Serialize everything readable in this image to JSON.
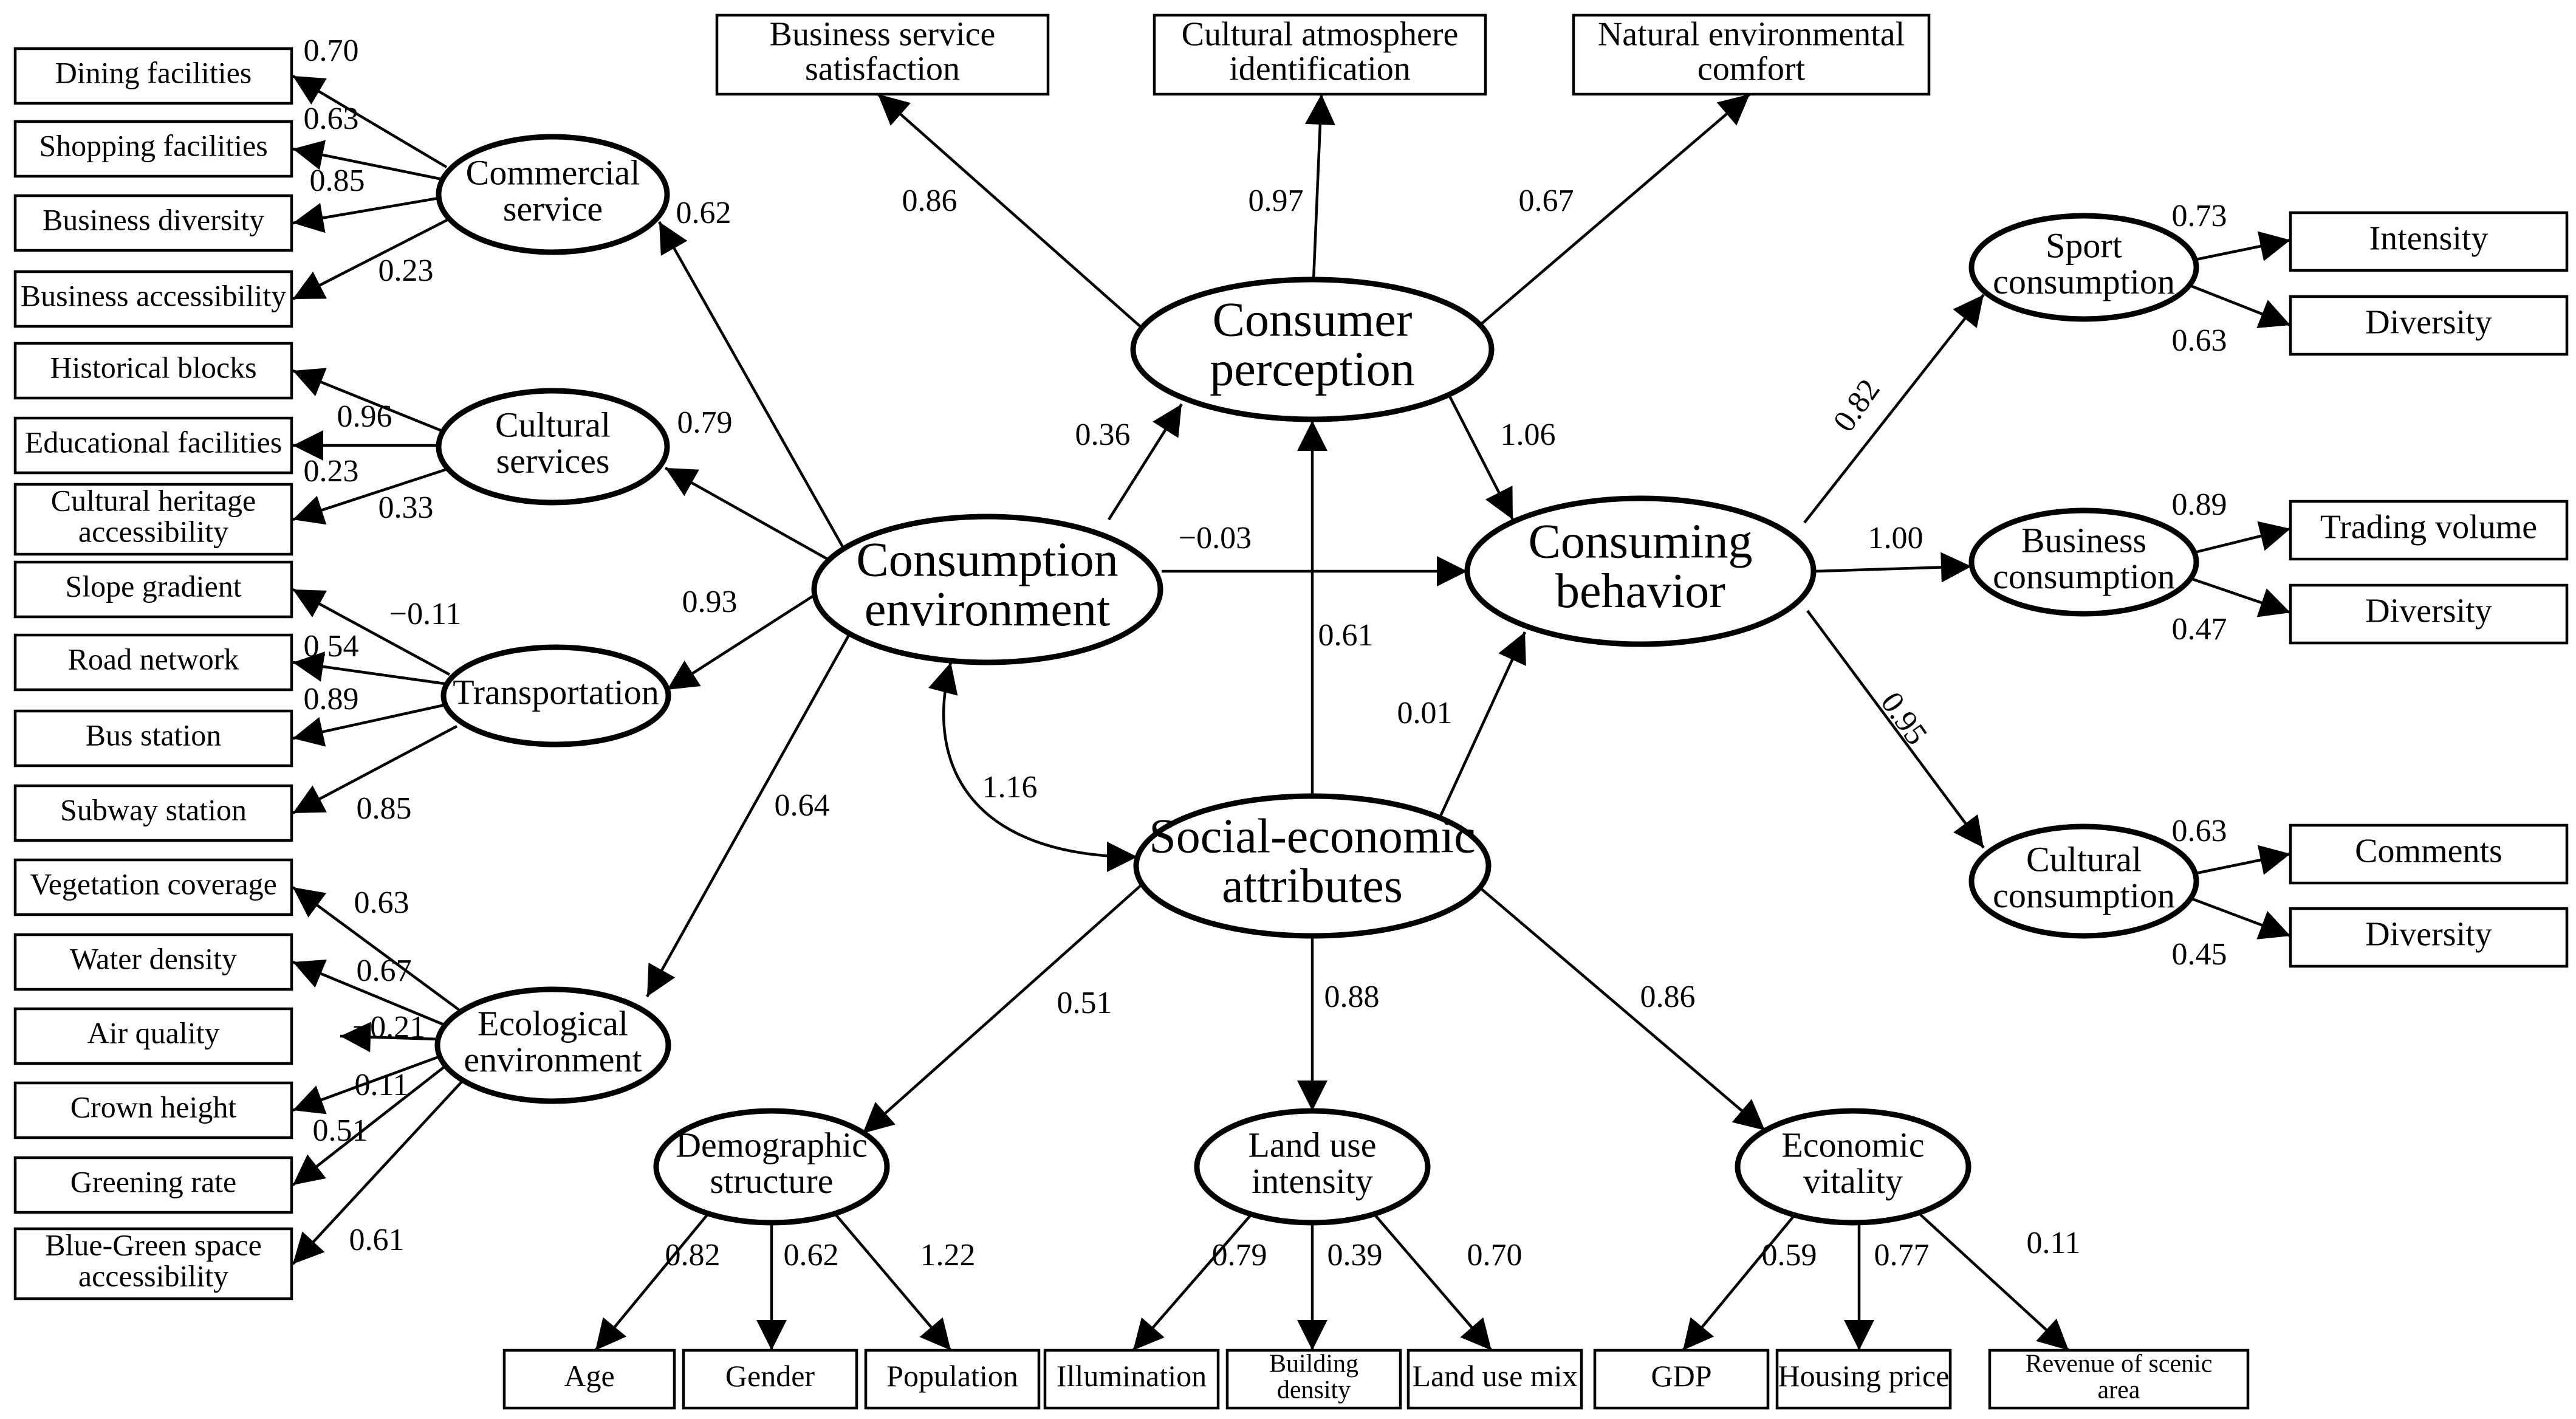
{
  "nodes": {
    "consumption_environment": "Consumption\nenvironment",
    "consumer_perception": "Consumer\nperception",
    "consuming_behavior": "Consuming\nbehavior",
    "social_economic": "Social-economic\nattributes",
    "commercial_service": "Commercial\nservice",
    "cultural_services": "Cultural\nservices",
    "transportation": "Transportation",
    "ecological_environment": "Ecological\nenvironment",
    "sport_consumption": "Sport\nconsumption",
    "business_consumption": "Business\nconsumption",
    "cultural_consumption": "Cultural\nconsumption",
    "demographic_structure": "Demographic\nstructure",
    "land_use_intensity": "Land use\nintensity",
    "economic_vitality": "Economic\nvitality",
    "dining": "Dining facilities",
    "shopping": "Shopping facilities",
    "business_diversity": "Business diversity",
    "business_accessibility": "Business accessibility",
    "historical_blocks": "Historical blocks",
    "educational": "Educational facilities",
    "heritage_access": "Cultural heritage\naccessibility",
    "slope": "Slope gradient",
    "road_network": "Road network",
    "bus_station": "Bus station",
    "subway_station": "Subway station",
    "vegetation": "Vegetation coverage",
    "water_density": "Water density",
    "air_quality": "Air quality",
    "crown_height": "Crown height",
    "greening_rate": "Greening rate",
    "bluegreen": "Blue-Green space\naccessibility",
    "biz_satisfaction": "Business service\nsatisfaction",
    "cultural_atmosphere": "Cultural atmosphere\nidentification",
    "natural_comfort": "Natural environmental\ncomfort",
    "sport_intensity": "Intensity",
    "sport_diversity": "Diversity",
    "trading_volume": "Trading volume",
    "biz_cons_diversity": "Diversity",
    "comments": "Comments",
    "cult_cons_diversity": "Diversity",
    "age": "Age",
    "gender": "Gender",
    "population": "Population",
    "illumination": "Illumination",
    "building_density": "Building\ndensity",
    "land_use_mix": "Land use mix",
    "gdp": "GDP",
    "housing_price": "Housing price",
    "scenic_revenue": "Revenue of scenic\narea"
  },
  "coefficients": {
    "dining": "0.70",
    "shopping": "0.63",
    "business_diversity": "0.85",
    "business_accessibility": "0.23",
    "historical_blocks": "0.96",
    "educational": "0.23",
    "heritage_access": "0.33",
    "slope": "−0.11",
    "road_network": "0.54",
    "bus_station": "0.89",
    "subway_station": "0.85",
    "vegetation": "0.63",
    "water_density": "0.67",
    "air_quality": "−0.21",
    "crown_height": "0.11",
    "greening_rate": "0.51",
    "bluegreen": "0.61",
    "env_commercial": "0.62",
    "env_cultural": "0.79",
    "env_transport": "0.93",
    "env_ecological": "0.64",
    "env_perception": "0.36",
    "env_behavior": "−0.03",
    "covariance": "1.16",
    "perc_satisfaction": "0.86",
    "perc_atmosphere": "0.97",
    "perc_comfort": "0.67",
    "perc_behavior": "1.06",
    "ses_perception": "0.61",
    "ses_behavior": "0.01",
    "ses_demographic": "0.51",
    "ses_landuse": "0.88",
    "ses_economic": "0.86",
    "beh_sport": "0.82",
    "beh_business": "1.00",
    "beh_cultural": "0.95",
    "sport_intensity": "0.73",
    "sport_diversity": "0.63",
    "trading_volume": "0.89",
    "biz_cons_diversity": "0.47",
    "comments": "0.63",
    "cult_cons_diversity": "0.45",
    "age": "0.82",
    "gender": "0.62",
    "population": "1.22",
    "illumination": "0.79",
    "building_density": "0.39",
    "land_use_mix": "0.70",
    "gdp": "0.59",
    "housing_price": "0.77",
    "scenic_revenue": "0.11"
  }
}
